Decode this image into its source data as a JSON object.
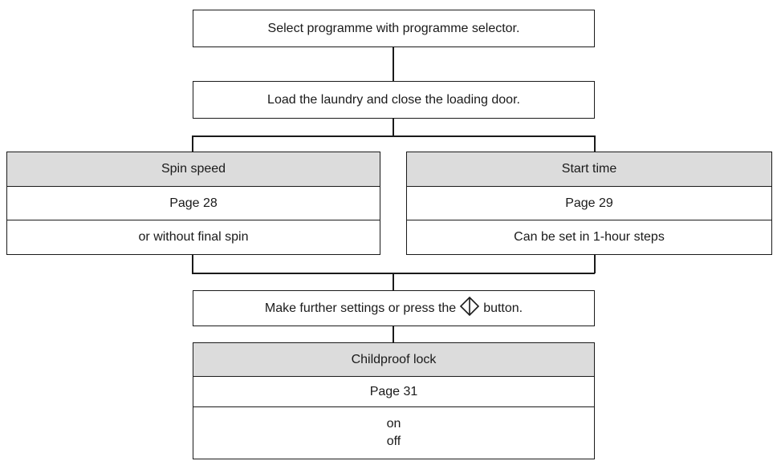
{
  "steps": {
    "select": "Select programme with programme selector.",
    "load": "Load the laundry and close the loading door.",
    "further_before": "Make further settings or press the",
    "further_after": "button."
  },
  "spin": {
    "title": "Spin speed",
    "page": "Page 28",
    "note": "or without final spin"
  },
  "start": {
    "title": "Start time",
    "page": "Page 29",
    "note": "Can be set in 1-hour steps"
  },
  "lock": {
    "title": "Childproof lock",
    "page": "Page 31",
    "opt_on": "on",
    "opt_off": "off"
  }
}
